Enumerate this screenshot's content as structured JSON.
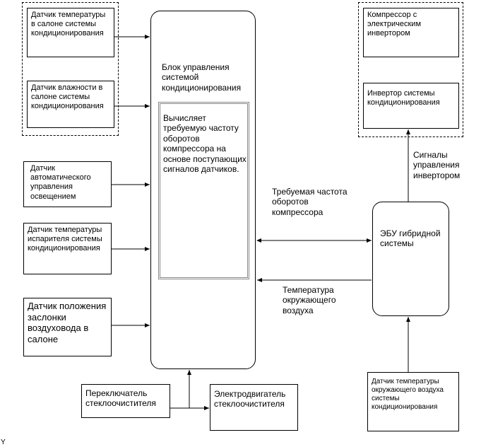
{
  "nodes": {
    "cabin_temp_sensor": "Датчик температуры в салоне системы кондиционирования",
    "cabin_humidity_sensor": "Датчик влажности в салоне системы кондиционирования",
    "auto_light_sensor": "Датчик автоматического управления освещением",
    "evaporator_temp_sensor": "Датчик температуры испарителя системы кондиционирования",
    "air_duct_flap_sensor": "Датчик положения заслонки воздуховода в салоне",
    "ac_control_unit": "Блок управления системой кондиционирования",
    "ac_control_unit_note": "Вычисляет требуемую частоту оборотов компрессора на основе поступающих сигналов датчиков.",
    "wiper_switch": "Переключатель стеклоочистителя",
    "wiper_motor": "Электродвигатель стеклоочистителя",
    "compressor_inverter": "Компрессор с электрическим инвертором",
    "ac_inverter": "Инвертор системы кондиционирования",
    "hybrid_ecu": "ЭБУ гибридной системы",
    "ambient_temp_sensor": "Датчик температуры окружающего воздуха системы кондиционирования"
  },
  "edge_labels": {
    "required_speed": "Требуемая частота оборотов компрессора",
    "ambient_temp": "Температура окружающего воздуха",
    "inverter_signals": "Сигналы управления инвертором"
  },
  "corner_mark": "Y"
}
